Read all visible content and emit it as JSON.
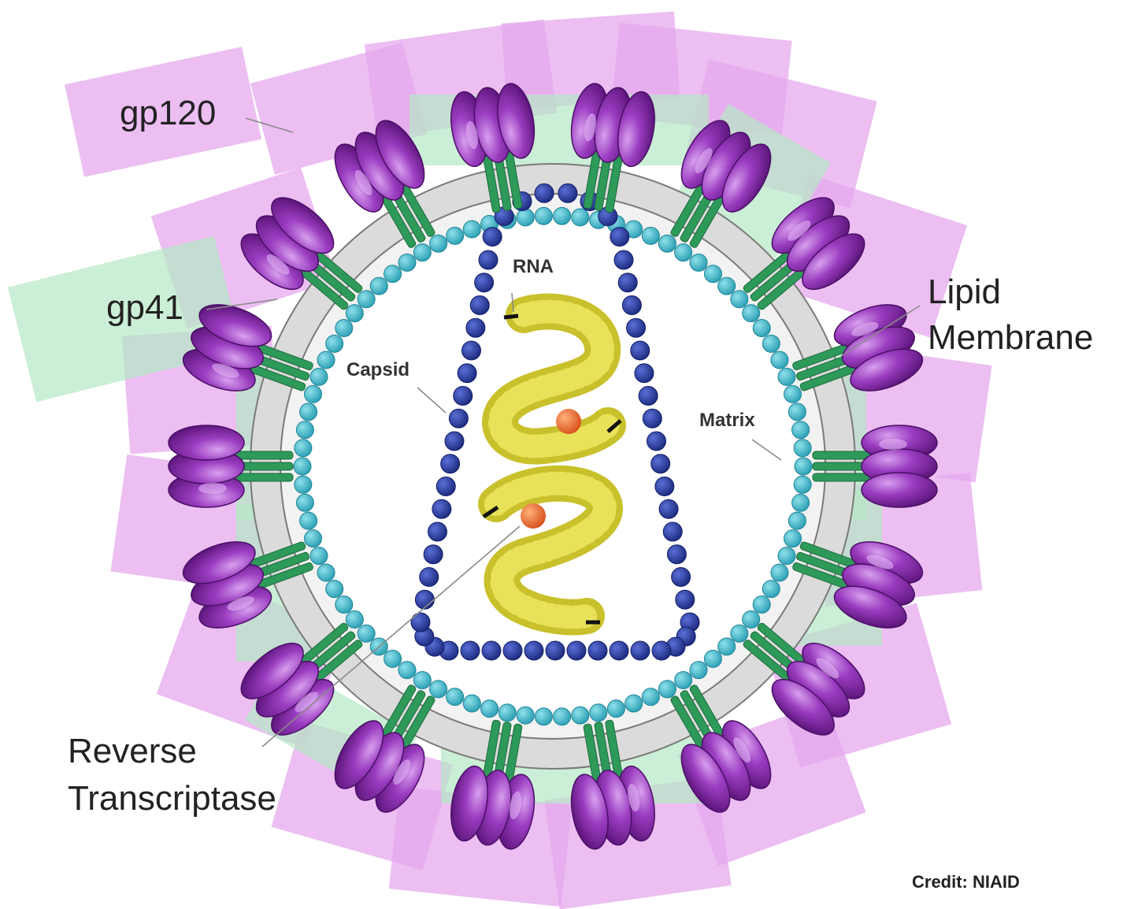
{
  "labels": {
    "gp120": "gp120",
    "gp41": "gp41",
    "lipid_line1": "Lipid",
    "lipid_line2": "Membrane",
    "rt_line1": "Reverse",
    "rt_line2": "Transcriptase",
    "rna": "RNA",
    "capsid": "Capsid",
    "matrix": "Matrix",
    "credit": "Credit: NIAID"
  },
  "colors": {
    "spike_purple": "#8e2fb0",
    "spike_highlight": "#c47ae0",
    "stalk_green": "#2e9a5a",
    "highlight_pink": "#e6a8ee",
    "highlight_green": "#b5e8c4",
    "matrix_teal": "#3fb6c8",
    "capsid_blue": "#2a3c9c",
    "rna_yellow": "#d8d23a",
    "enzyme_orange": "#e8642a"
  },
  "counts": {
    "spikes": 18
  }
}
